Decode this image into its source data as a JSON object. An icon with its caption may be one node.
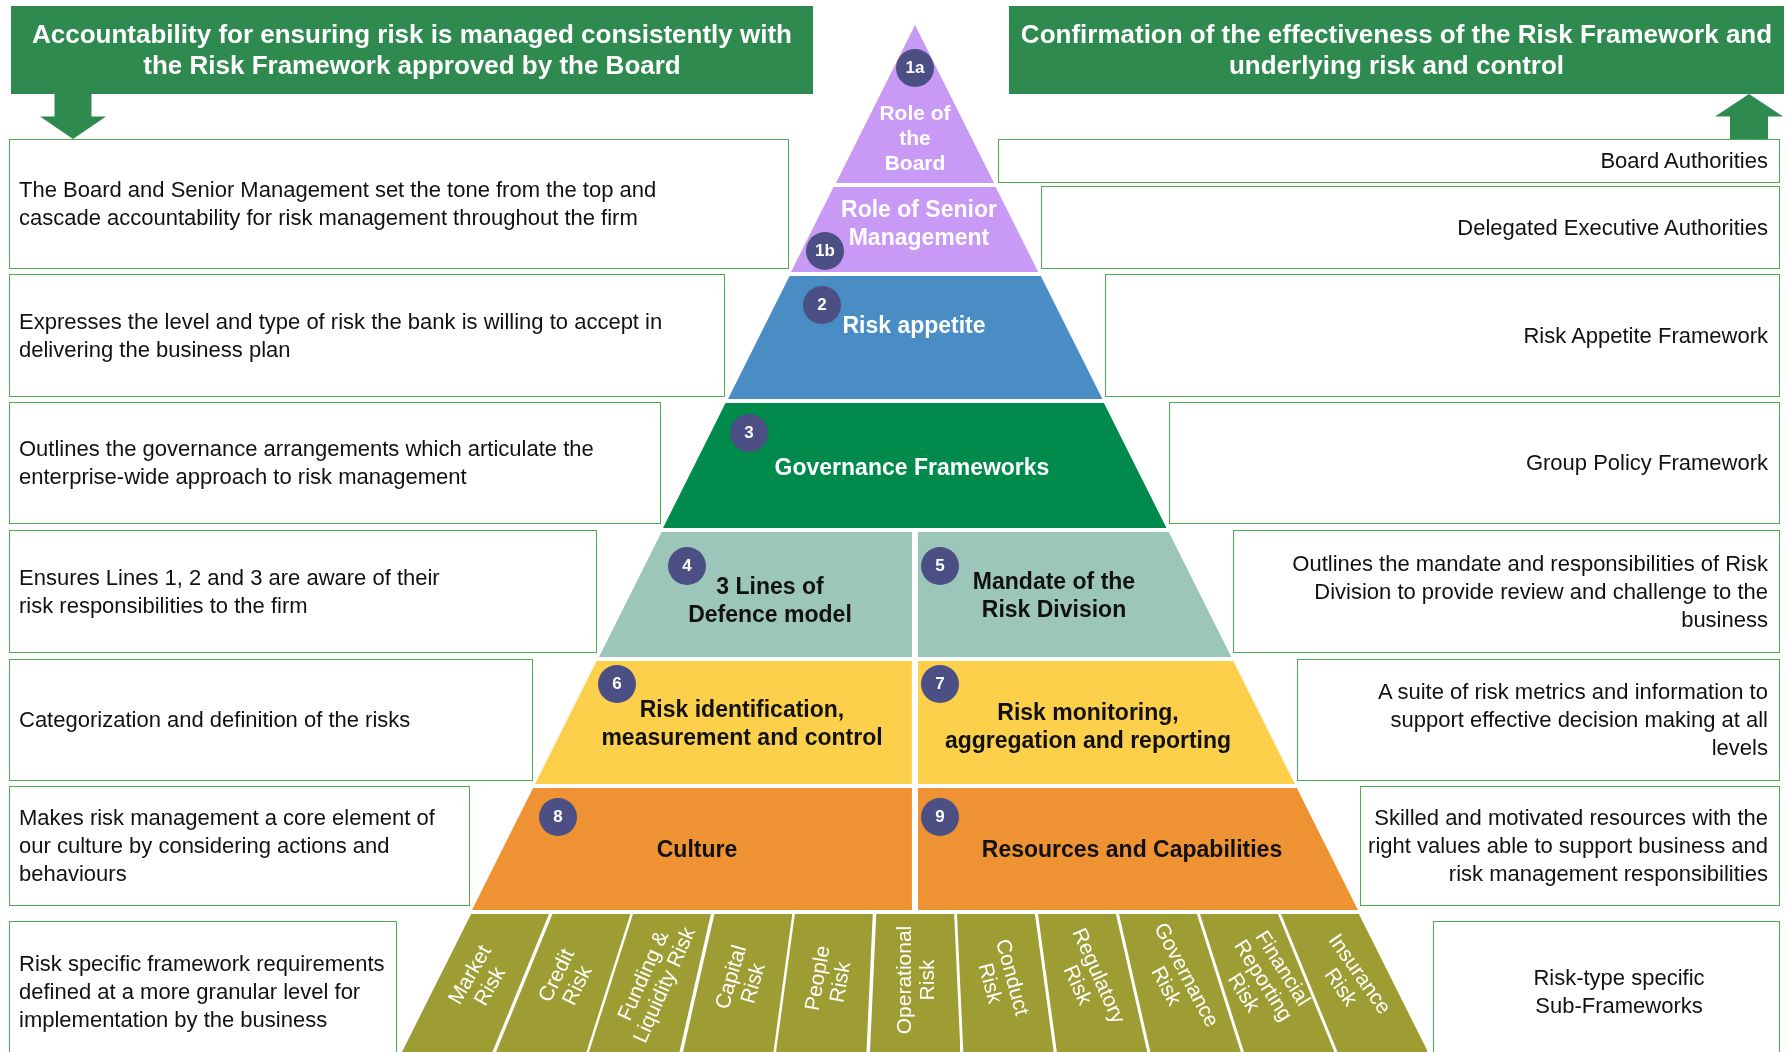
{
  "diagram": {
    "nodes": [
      {
        "text": [
          "Accountability for ensuring risk is managed consistently with the Risk Framework approved by the Board"
        ]
      },
      {
        "text": [
          "Confirmation of the effectiveness of the Risk Framework and underlying risk and control"
        ]
      },
      {
        "text": [
          "The Board and Senior Management set the tone from the top and cascade accountability for risk management throughout the firm"
        ]
      },
      {
        "text": [
          "1a",
          "Role of the Board"
        ]
      },
      {
        "text": [
          "Board Authorities"
        ]
      },
      {
        "text": [
          "1b",
          "Role of Senior Management"
        ]
      },
      {
        "text": [
          "Delegated Executive Authorities"
        ]
      },
      {
        "text": [
          "Expresses the level and type of risk the bank is willing to accept in delivering the business plan"
        ]
      },
      {
        "text": [
          "2",
          "Risk appetite"
        ]
      },
      {
        "text": [
          "Risk Appetite Framework"
        ]
      },
      {
        "text": [
          "Outlines the governance arrangements which articulate the enterprise-wide approach to risk management"
        ]
      },
      {
        "text": [
          "3",
          "Governance Frameworks"
        ]
      },
      {
        "text": [
          "Group Policy Framework"
        ]
      },
      {
        "text": [
          "Ensures Lines 1, 2 and 3 are aware of their risk responsibilities to the firm"
        ]
      },
      {
        "text": [
          "4",
          "3 Lines of Defence model"
        ]
      },
      {
        "text": [
          "5",
          "Mandate of the Risk Division"
        ]
      },
      {
        "text": [
          "Outlines the mandate and responsibilities of Risk Division to provide review and challenge to the business"
        ]
      },
      {
        "text": [
          "Categorization and definition of the risks"
        ]
      },
      {
        "text": [
          "6",
          "Risk identification, measurement and control"
        ]
      },
      {
        "text": [
          "7",
          "Risk monitoring, aggregation and reporting"
        ]
      },
      {
        "text": [
          "A suite of risk metrics and information to support effective decision making at all levels"
        ]
      },
      {
        "text": [
          "Makes risk management a core element of our culture by considering actions and behaviours"
        ]
      },
      {
        "text": [
          "8",
          "Culture"
        ]
      },
      {
        "text": [
          "9",
          "Resources and Capabilities"
        ]
      },
      {
        "text": [
          "Skilled and motivated resources with the right values able to support business and risk management responsibilities"
        ]
      },
      {
        "text": [
          "Risk specific framework requirements defined at a  more granular level for implementation by the business"
        ]
      },
      {
        "text": [
          "Market Risk"
        ]
      },
      {
        "text": [
          "Credit Risk"
        ]
      },
      {
        "text": [
          "Funding & Liquidity Risk"
        ]
      },
      {
        "text": [
          "Capital Risk"
        ]
      },
      {
        "text": [
          "People Risk"
        ]
      },
      {
        "text": [
          "Operational Risk"
        ]
      },
      {
        "text": [
          "Conduct Risk"
        ]
      },
      {
        "text": [
          "Regulatory Risk"
        ]
      },
      {
        "text": [
          "Governance Risk"
        ]
      },
      {
        "text": [
          "Financial Reporting Risk"
        ]
      },
      {
        "text": [
          "Insurance Risk"
        ]
      },
      {
        "text": [
          "Risk-type specific Sub-Frameworks"
        ]
      }
    ],
    "edges": [
      {
        "from": 0,
        "to": 2,
        "arrow": "to"
      },
      {
        "from": 4,
        "to": 1,
        "arrow": "to"
      }
    ]
  }
}
